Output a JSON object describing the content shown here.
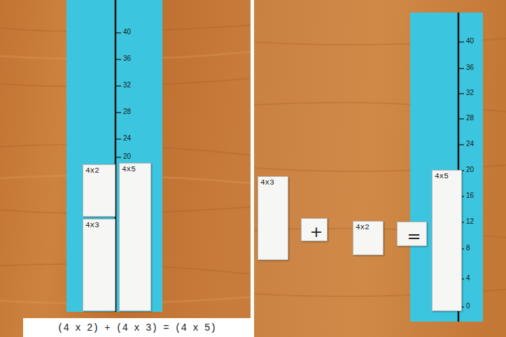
{
  "diagram": {
    "nodes": [
      {
        "text": [
          "4x2"
        ]
      },
      {
        "text": [
          "4x5"
        ]
      },
      {
        "text": [
          "4x3"
        ]
      },
      {
        "text": [
          "(4 x 2) + (4 x 3) = (4 x 5)"
        ]
      },
      {
        "text": [
          "4x3"
        ]
      },
      {
        "text": [
          "+"
        ]
      },
      {
        "text": [
          "4x2"
        ]
      },
      {
        "text": [
          "="
        ]
      },
      {
        "text": [
          "4x5"
        ]
      }
    ],
    "labels": [
      "40",
      "36",
      "32",
      "28",
      "24",
      "20",
      "40",
      "36",
      "32",
      "28",
      "24",
      "20",
      "16",
      "12",
      "8",
      "4",
      "0"
    ]
  }
}
